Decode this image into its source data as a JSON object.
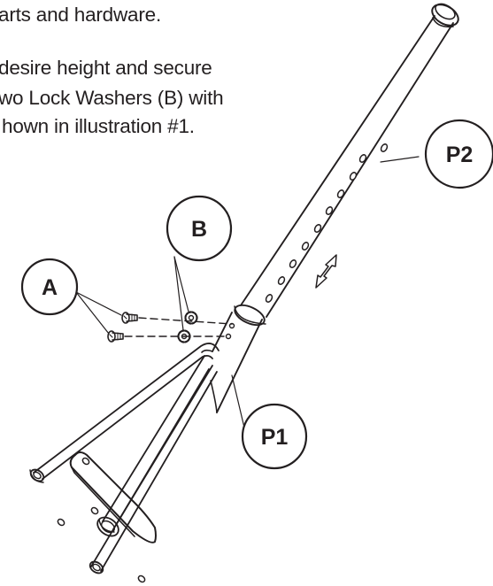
{
  "instructions": {
    "line1": "arts and hardware.",
    "line2": "desire height and secure",
    "line3": "wo Lock Washers (B) with",
    "line4": "hown in illustration #1."
  },
  "callouts": {
    "a": "A",
    "b": "B",
    "p1": "P1",
    "p2": "P2"
  },
  "colors": {
    "ink": "#231f20",
    "paper": "#ffffff"
  }
}
